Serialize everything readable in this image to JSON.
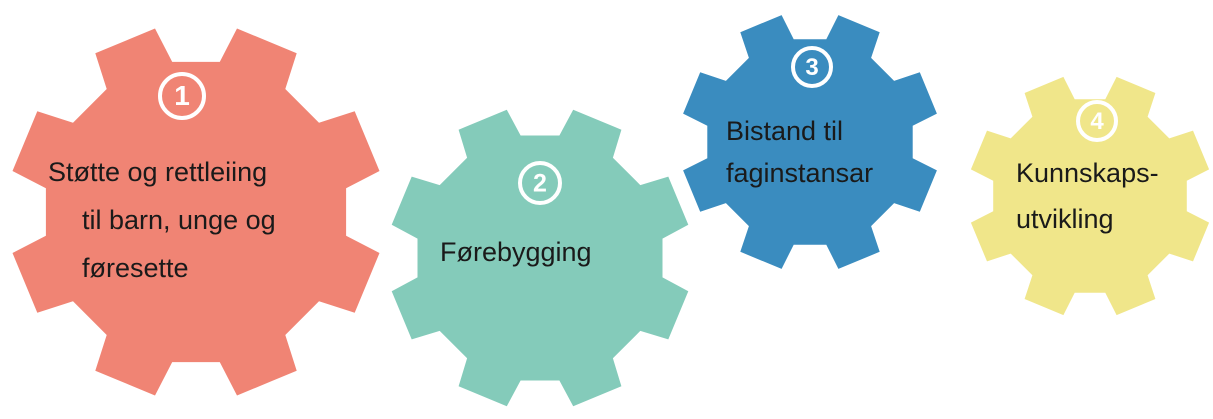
{
  "steps": [
    {
      "number": "1",
      "label_lines": [
        "Støtte og rettleiing",
        "til barn, unge og",
        "føresette"
      ],
      "color": "#F08474"
    },
    {
      "number": "2",
      "label_lines": [
        "Førebygging"
      ],
      "color": "#84CBBA"
    },
    {
      "number": "3",
      "label_lines": [
        "Bistand til",
        "faginstansar"
      ],
      "color": "#3A8CBF"
    },
    {
      "number": "4",
      "label_lines": [
        "Kunnskaps-",
        "utvikling"
      ],
      "color": "#F0E68A"
    }
  ]
}
